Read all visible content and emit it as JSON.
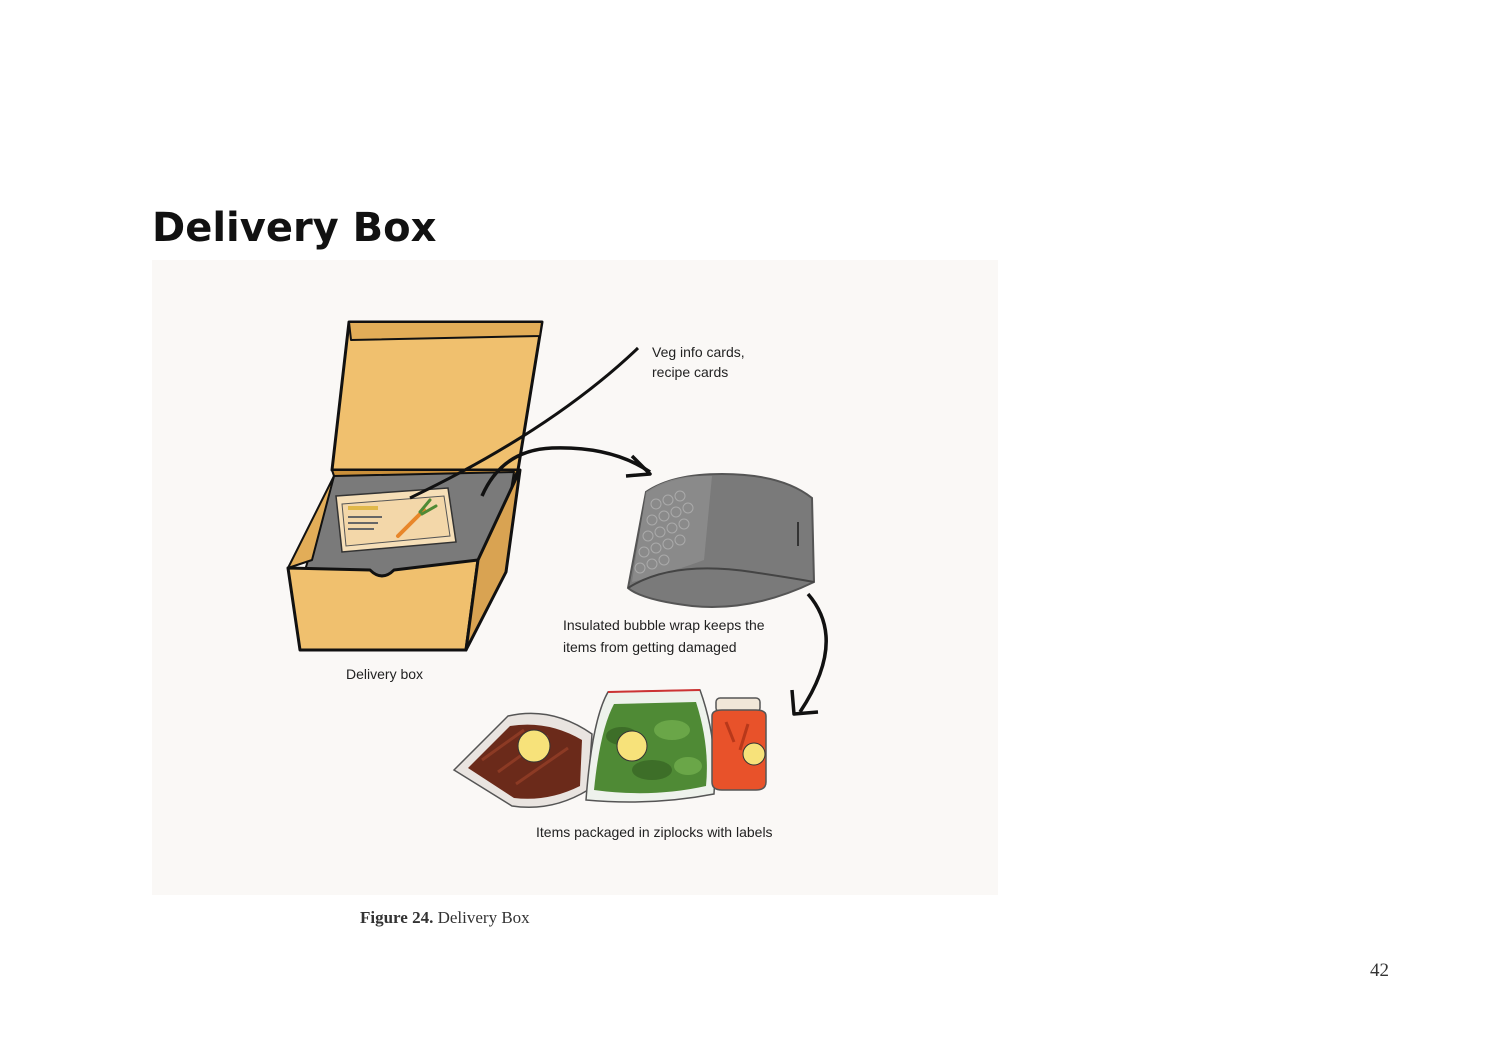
{
  "page": {
    "title": "Delivery Box",
    "page_number": "42"
  },
  "figure": {
    "labels": {
      "veg_cards_line1": "Veg info cards,",
      "veg_cards_line2": "recipe cards",
      "bubble_wrap_line1": "Insulated bubble wrap keeps the",
      "bubble_wrap_line2": "items from getting damaged",
      "delivery_box": "Delivery box",
      "items_packaged": "Items packaged in ziplocks with labels"
    },
    "caption": {
      "number": "Figure 24.",
      "text": " Delivery Box"
    }
  },
  "colors": {
    "box": "#f0c06e",
    "box_dark": "#d9a352",
    "card": "#f6dfb8",
    "bubble_wrap": "#7a7a7a",
    "greens": "#4f8a35",
    "dried": "#6b2a1a",
    "jar": "#e8522a",
    "label": "#f7e27a"
  }
}
